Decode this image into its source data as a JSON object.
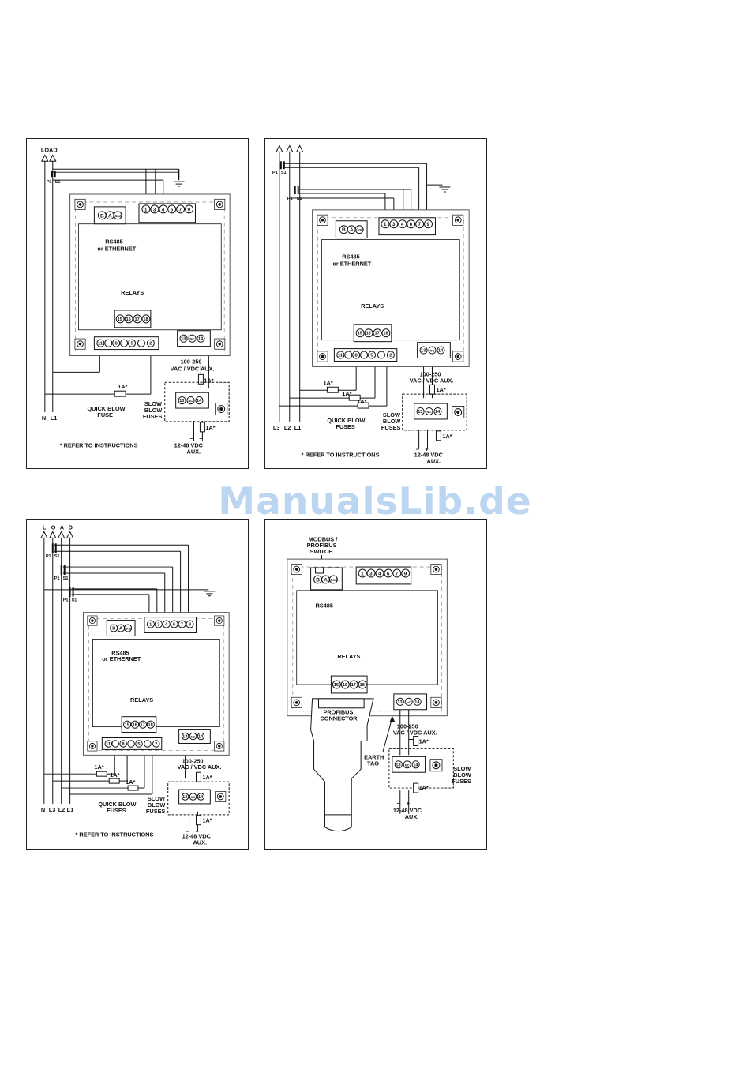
{
  "watermark": "ManualsLib.de",
  "d1": {
    "load": "LOAD",
    "ct": {
      "p": "P1",
      "s": "S1"
    },
    "lines": [
      "N",
      "L1"
    ],
    "top_terminals": [
      "1",
      "3",
      "4",
      "6",
      "7",
      "9"
    ],
    "comm_terminals": [
      "B",
      "A",
      "Gnd"
    ],
    "rs485": "RS485",
    "or_ethernet": "or ETHERNET",
    "relays": "RELAYS",
    "relay_terminals": [
      "15",
      "16",
      "17",
      "18"
    ],
    "bottom_terminals": [
      "11",
      "8",
      "5",
      "2"
    ],
    "aux_terminals": [
      "13",
      "NC",
      "14"
    ],
    "aux_hi_1": "100-250",
    "aux_hi_2": "VAC / VDC AUX.",
    "fuse": "1A*",
    "quick_blow_1": "QUICK BLOW",
    "quick_blow_2": "FUSE",
    "slow_1": "SLOW",
    "slow_2": "BLOW",
    "slow_3": "FUSES",
    "minus": "−",
    "plus": "+",
    "aux_lo_1": "12-48 VDC",
    "aux_lo_2": "AUX.",
    "note": "* REFER TO INSTRUCTIONS"
  },
  "d2": {
    "ct": {
      "p": "P1",
      "s": "S1"
    },
    "lines": [
      "L3",
      "L2",
      "L1"
    ],
    "top_terminals": [
      "1",
      "3",
      "4",
      "6",
      "7",
      "9"
    ],
    "comm_terminals": [
      "B",
      "A",
      "Gnd"
    ],
    "rs485": "RS485",
    "or_ethernet": "or ETHERNET",
    "relays": "RELAYS",
    "relay_terminals": [
      "15",
      "16",
      "17",
      "18"
    ],
    "bottom_terminals": [
      "11",
      "8",
      "5",
      "2"
    ],
    "aux_terminals": [
      "13",
      "NC",
      "14"
    ],
    "aux_hi_1": "100-250",
    "aux_hi_2": "VAC / VDC AUX.",
    "fuse": "1A*",
    "quick_blow_1": "QUICK BLOW",
    "quick_blow_2": "FUSES",
    "slow_1": "SLOW",
    "slow_2": "BLOW",
    "slow_3": "FUSES",
    "minus": "−",
    "plus": "+",
    "aux_lo_1": "12-48 VDC",
    "aux_lo_2": "AUX.",
    "note": "* REFER TO INSTRUCTIONS"
  },
  "d3": {
    "top_letters": [
      "L",
      "O",
      "A",
      "D"
    ],
    "ct": {
      "p": "P1",
      "s": "S1"
    },
    "lines": [
      "N",
      "L3",
      "L2",
      "L1"
    ],
    "top_terminals": [
      "1",
      "3",
      "4",
      "6",
      "7",
      "9"
    ],
    "comm_terminals": [
      "B",
      "A",
      "Gnd"
    ],
    "rs485": "RS485",
    "or_ethernet": "or ETHERNET",
    "relays": "RELAYS",
    "relay_terminals": [
      "15",
      "16",
      "17",
      "18"
    ],
    "bottom_terminals": [
      "11",
      "8",
      "5",
      "2"
    ],
    "aux_terminals": [
      "13",
      "NC",
      "14"
    ],
    "aux_hi_1": "100-250",
    "aux_hi_2": "VAC / VDC AUX.",
    "fuse": "1A*",
    "quick_blow_1": "QUICK BLOW",
    "quick_blow_2": "FUSES",
    "slow_1": "SLOW",
    "slow_2": "BLOW",
    "slow_3": "FUSES",
    "minus": "−",
    "plus": "+",
    "aux_lo_1": "12-48 VDC",
    "aux_lo_2": "AUX.",
    "note": "* REFER TO INSTRUCTIONS"
  },
  "d4": {
    "switch_1": "MODBUS /",
    "switch_2": "PROFIBUS",
    "switch_3": "SWITCH",
    "top_terminals": [
      "1",
      "3",
      "4",
      "6",
      "7",
      "9"
    ],
    "comm_terminals": [
      "B",
      "A",
      "Gnd"
    ],
    "rs485": "RS485",
    "relays": "RELAYS",
    "relay_terminals": [
      "15",
      "16",
      "17",
      "18"
    ],
    "aux_terminals": [
      "13",
      "NC",
      "14"
    ],
    "profibus_1": "PROFIBUS",
    "profibus_2": "CONNECTOR",
    "aux_hi_1": "100-250",
    "aux_hi_2": "VAC / VDC AUX.",
    "earth_1": "EARTH",
    "earth_2": "TAG",
    "fuse": "1A*",
    "slow_1": "SLOW",
    "slow_2": "BLOW",
    "slow_3": "FUSES",
    "minus": "−",
    "plus": "+",
    "aux_lo_1": "12-48 VDC",
    "aux_lo_2": "AUX."
  }
}
